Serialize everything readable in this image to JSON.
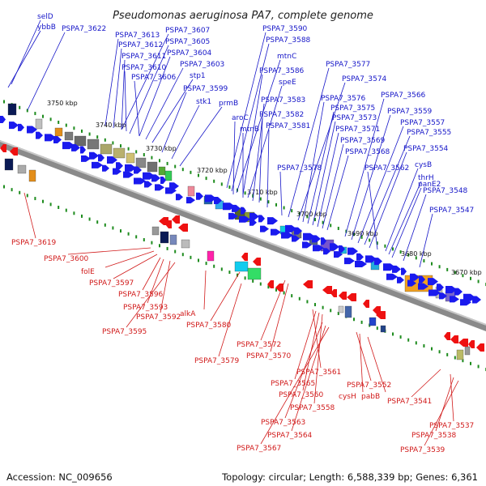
{
  "title": "Pseudomonas aeruginosa PA7, complete genome",
  "accession_text": "Accession: NC_009656",
  "topology_text": "Topology: circular; Length: 6,588,339 bp; Genes: 6,361",
  "colors": {
    "forward_label": "#1515c8",
    "reverse_label": "#d11a1a",
    "forward_gene": "#1a1aee",
    "reverse_gene": "#ee1111",
    "backbone": "#808080",
    "tick": "#1e8c1e"
  },
  "kbp_labels": [
    "3750 kbp",
    "3740 kbp",
    "3730 kbp",
    "3720 kbp",
    "3710 kbp",
    "3700 kbp",
    "3690 kbp",
    "3680 kbp",
    "3670 kbp"
  ],
  "forward_gene_labels": [
    "selD",
    "ybbB",
    "PSPA7_3622",
    "PSPA7_3613",
    "PSPA7_3607",
    "PSPA7_3612",
    "PSPA7_3605",
    "PSPA7_3611",
    "PSPA7_3604",
    "PSPA7_3610",
    "PSPA7_3603",
    "PSPA7_3606",
    "stp1",
    "PSPA7_3599",
    "stk1",
    "prmB",
    "PSPA7_3590",
    "PSPA7_3588",
    "mtnC",
    "PSPA7_3586",
    "speE",
    "PSPA7_3583",
    "aroC",
    "PSPA7_3582",
    "mtnB",
    "PSPA7_3581",
    "PSPA7_3578",
    "PSPA7_3577",
    "PSPA7_3574",
    "PSPA7_3576",
    "PSPA7_3575",
    "PSPA7_3573",
    "PSPA7_3571",
    "PSPA7_3569",
    "PSPA7_3568",
    "PSPA7_3566",
    "PSPA7_3559",
    "PSPA7_3557",
    "PSPA7_3555",
    "PSPA7_3554",
    "PSPA7_3562",
    "cysB",
    "thrH",
    "panE2",
    "PSPA7_3548",
    "PSPA7_3547"
  ],
  "reverse_gene_labels": [
    "PSPA7_3619",
    "PSPA7_3600",
    "folE",
    "PSPA7_3597",
    "PSPA7_3596",
    "PSPA7_3593",
    "PSPA7_3592",
    "PSPA7_3595",
    "alkA",
    "PSPA7_3580",
    "PSPA7_3579",
    "PSPA7_3572",
    "PSPA7_3570",
    "PSPA7_3561",
    "PSPA7_3565",
    "PSPA7_3560",
    "PSPA7_3558",
    "PSPA7_3552",
    "cysH",
    "pabB",
    "PSPA7_3563",
    "PSPA7_3564",
    "PSPA7_3567",
    "PSPA7_3541",
    "PSPA7_3537",
    "PSPA7_3538",
    "PSPA7_3539"
  ]
}
